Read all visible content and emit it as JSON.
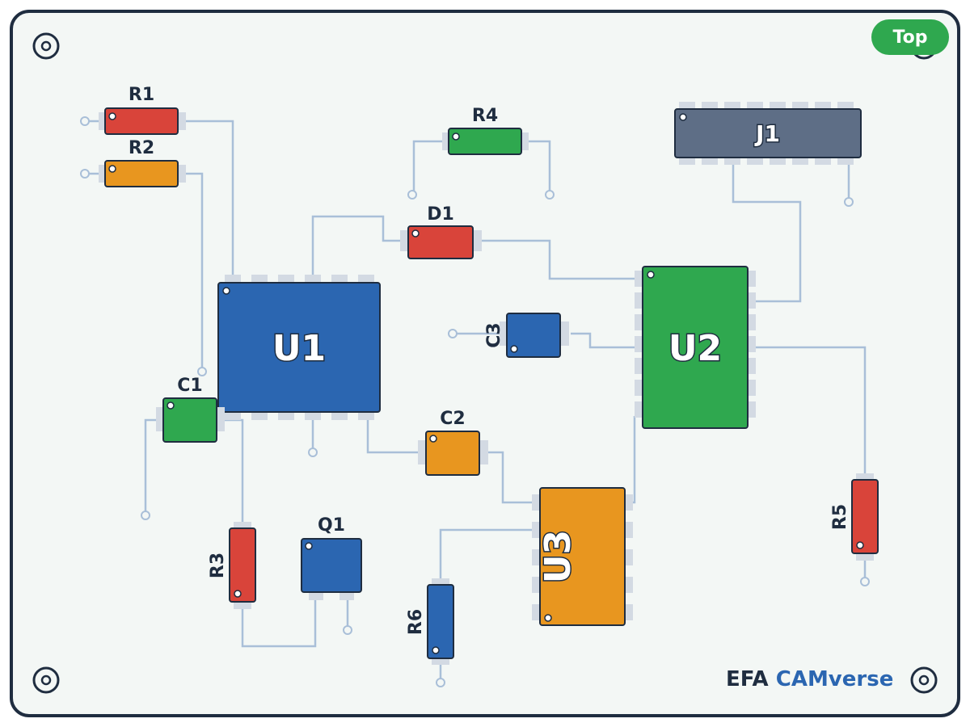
{
  "board": {
    "layer_badge": "Top",
    "brand_prefix": "EFA",
    "brand_name": "CAMverse"
  },
  "colors": {
    "board_fill": "#f3f7f5",
    "board_outline": "#1f2d40",
    "trace": "#a9bfd8",
    "red": "#d9443a",
    "orange": "#e8961f",
    "green": "#2fa84f",
    "blue": "#2b66b1",
    "slate": "#5e6e86",
    "badge": "#2fa84f"
  },
  "components": [
    {
      "ref": "R1",
      "type": "resistor",
      "color": "red"
    },
    {
      "ref": "R2",
      "type": "resistor",
      "color": "orange"
    },
    {
      "ref": "R4",
      "type": "resistor",
      "color": "green"
    },
    {
      "ref": "J1",
      "type": "connector",
      "color": "slate"
    },
    {
      "ref": "D1",
      "type": "diode",
      "color": "red"
    },
    {
      "ref": "U1",
      "type": "ic",
      "color": "blue"
    },
    {
      "ref": "C3",
      "type": "capacitor",
      "color": "blue"
    },
    {
      "ref": "U2",
      "type": "ic",
      "color": "green"
    },
    {
      "ref": "C1",
      "type": "capacitor",
      "color": "green"
    },
    {
      "ref": "C2",
      "type": "capacitor",
      "color": "orange"
    },
    {
      "ref": "Q1",
      "type": "transistor",
      "color": "blue"
    },
    {
      "ref": "R3",
      "type": "resistor",
      "color": "red"
    },
    {
      "ref": "U3",
      "type": "ic",
      "color": "orange"
    },
    {
      "ref": "R5",
      "type": "resistor",
      "color": "red"
    },
    {
      "ref": "R6",
      "type": "resistor",
      "color": "blue"
    }
  ]
}
